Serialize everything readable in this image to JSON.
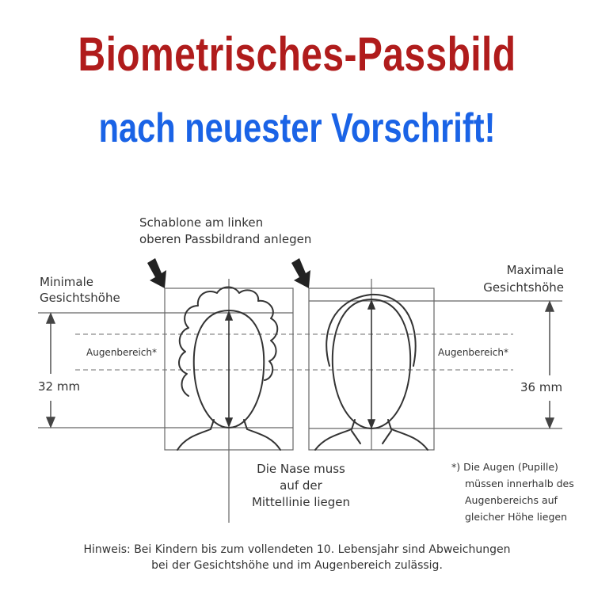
{
  "title": "Biometrisches-Passbild",
  "subtitle": "nach neuester Vorschrift!",
  "labels": {
    "template_line1": "Schablone am linken",
    "template_line2": "oberen Passbildrand anlegen",
    "min_line1": "Minimale",
    "min_line2": "Gesichtshöhe",
    "max_line1": "Maximale",
    "max_line2": "Gesichtshöhe",
    "eye_area_left": "Augenbereich*",
    "eye_area_right": "Augenbereich*",
    "min_value": "32 mm",
    "max_value": "36 mm",
    "nose_line1": "Die Nase muss",
    "nose_line2": "auf der",
    "nose_line3": "Mittellinie liegen",
    "note_line1": "*) Die Augen (Pupille)",
    "note_line2": "müssen innerhalb des",
    "note_line3": "Augenbereichs auf",
    "note_line4": "gleicher Höhe liegen",
    "hint_line1": "Hinweis: Bei Kindern bis zum vollendeten 10. Lebensjahr sind Abweichungen",
    "hint_line2": "bei der Gesichtshöhe und im Augenbereich zulässig."
  },
  "colors": {
    "title": "#b01c1c",
    "subtitle": "#1a63e6",
    "line": "#555555",
    "dash": "#8a8a8a"
  }
}
